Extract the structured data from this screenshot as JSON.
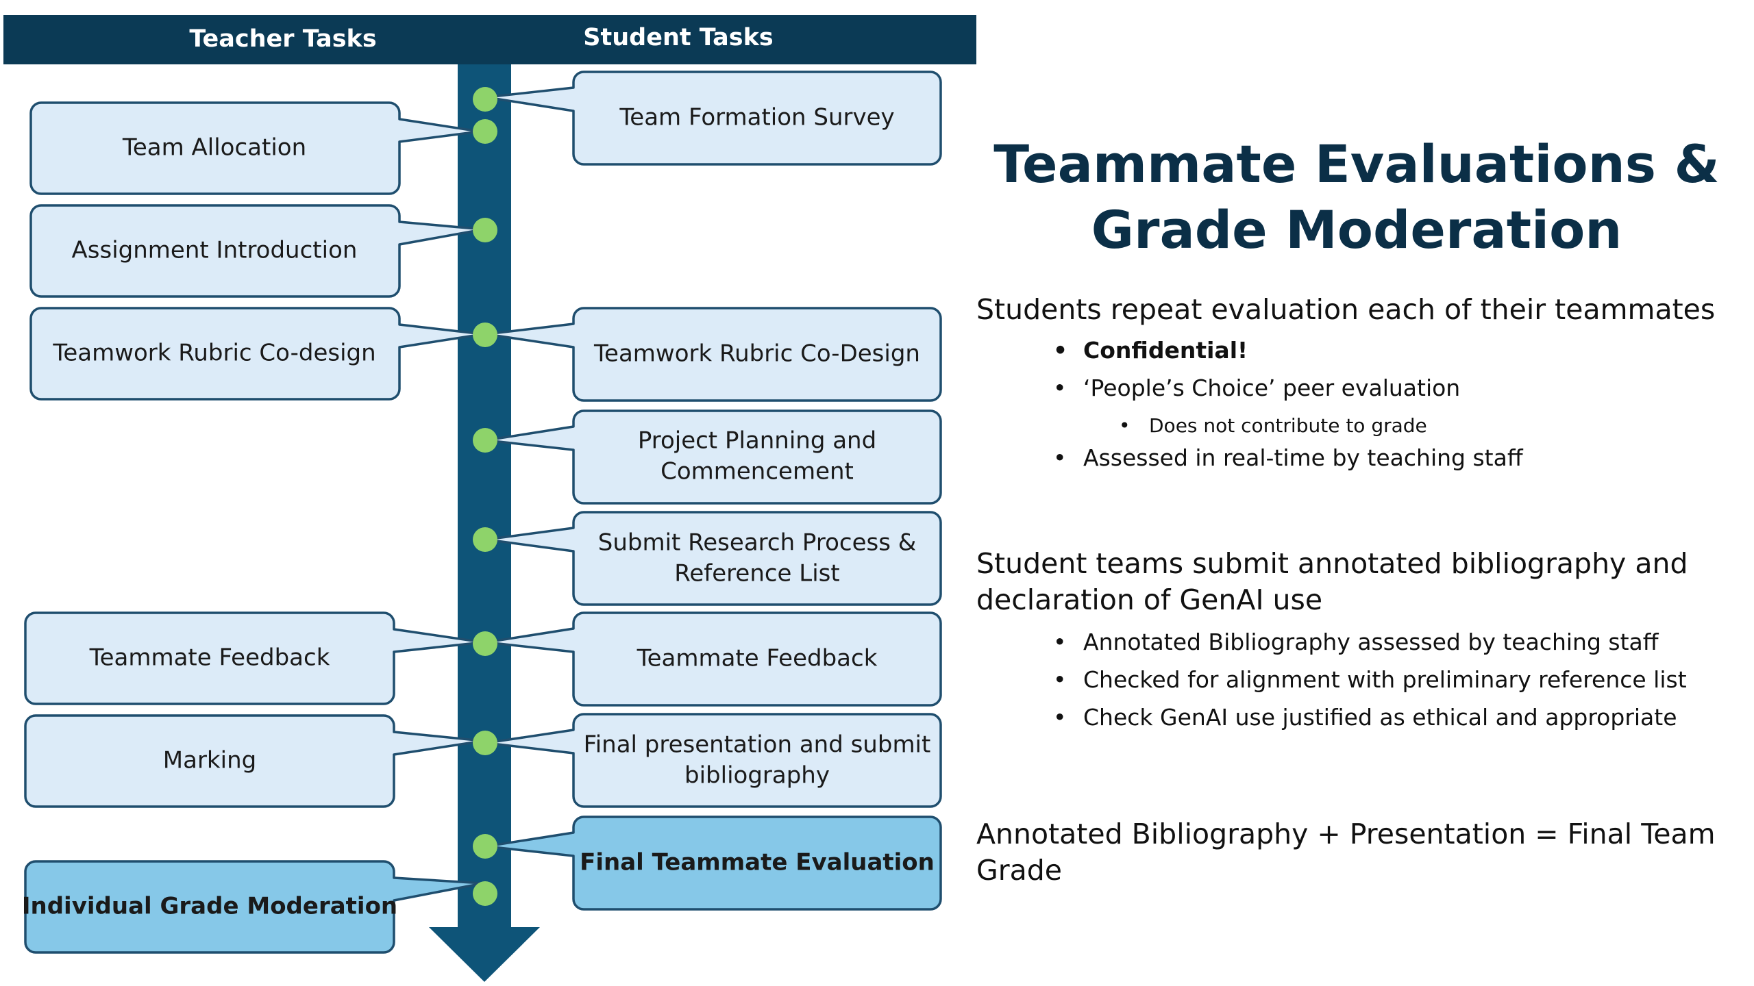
{
  "diagram": {
    "headers": {
      "teacher": "Teacher Tasks",
      "student": "Student Tasks"
    },
    "colors": {
      "header": "#0b3a55",
      "timeline": "#0e5478",
      "node": "#8ed36a",
      "box_fill": "#dcebf8",
      "box_fill_highlight": "#86c8e8",
      "box_stroke": "#1f4e6e"
    },
    "teacher_tasks": [
      {
        "label": "Team Allocation",
        "highlight": false
      },
      {
        "label": "Assignment Introduction",
        "highlight": false
      },
      {
        "label": "Teamwork Rubric Co-design",
        "highlight": false
      },
      {
        "label": "Teammate Feedback",
        "highlight": false
      },
      {
        "label": "Marking",
        "highlight": false
      },
      {
        "label": "Individual Grade Moderation",
        "highlight": true
      }
    ],
    "student_tasks": [
      {
        "lines": [
          "Team Formation Survey"
        ],
        "highlight": false
      },
      {
        "lines": [
          "Teamwork Rubric Co-Design"
        ],
        "highlight": false
      },
      {
        "lines": [
          "Project Planning and",
          "Commencement"
        ],
        "highlight": false
      },
      {
        "lines": [
          "Submit Research Process &",
          "Reference List"
        ],
        "highlight": false
      },
      {
        "lines": [
          "Teammate Feedback"
        ],
        "highlight": false
      },
      {
        "lines": [
          "Final presentation and submit",
          "bibliography"
        ],
        "highlight": false
      },
      {
        "lines": [
          "Final Teammate Evaluation"
        ],
        "highlight": true
      }
    ]
  },
  "panel": {
    "title_line1": "Teammate Evaluations &",
    "title_line2": "Grade Moderation",
    "section1": {
      "heading": "Students repeat evaluation each of their teammates",
      "bullets": {
        "b1": "Confidential!",
        "b2": "‘People’s Choice’ peer evaluation",
        "b2_sub": "Does not contribute to grade",
        "b3": "Assessed in real-time by teaching staff"
      }
    },
    "section2": {
      "heading": "Student teams submit annotated bibliography and declaration of GenAI use",
      "bullets": {
        "b1": "Annotated Bibliography assessed by teaching staff",
        "b2": "Checked for alignment with preliminary reference list",
        "b3": "Check GenAI use justified as ethical and appropriate"
      }
    },
    "section3": {
      "heading": "Annotated Bibliography + Presentation = Final Team Grade"
    },
    "bullet_char": "•"
  }
}
